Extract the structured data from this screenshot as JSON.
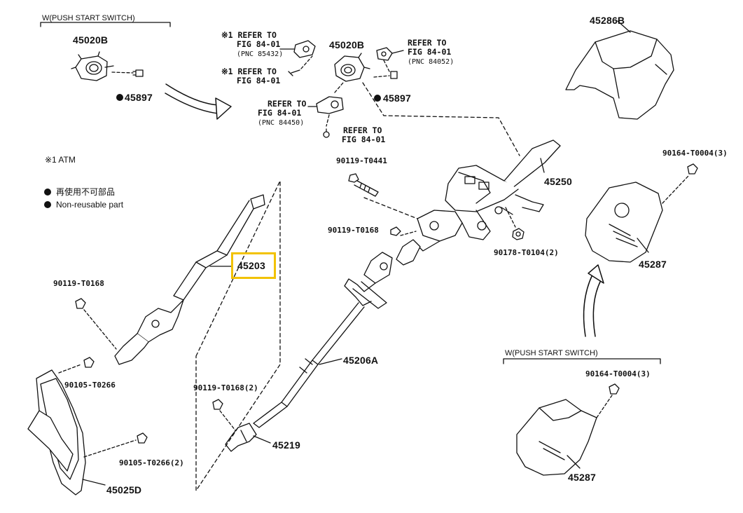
{
  "headers": {
    "push_start_left": "W(PUSH START SWITCH)",
    "push_start_right": "W(PUSH START SWITCH)"
  },
  "notes": {
    "atm": "※1 ATM",
    "reuse_jp": "再使用不可部品",
    "reuse_en": "Non-reusable part"
  },
  "parts": {
    "p45020B_left": "45020B",
    "p45897_left": "45897",
    "p45020B_center": "45020B",
    "p45897_center": "45897",
    "p45286B": "45286B",
    "p45250": "45250",
    "p90164_top": "90164-T0004(3)",
    "p90119_T0441": "90119-T0441",
    "p90119_T0168_center": "90119-T0168",
    "p90178_T0104": "90178-T0104(2)",
    "p45287_top": "45287",
    "p45203": "45203",
    "p90119_T0168_left": "90119-T0168",
    "p90105_T0266": "90105-T0266",
    "p90105_T0266_2": "90105-T0266(2)",
    "p45025D": "45025D",
    "p45206A": "45206A",
    "p90119_T0168_2": "90119-T0168(2)",
    "p45219": "45219",
    "p90164_bottom": "90164-T0004(3)",
    "p45287_bottom": "45287"
  },
  "references": {
    "ref1": {
      "mark": "※1",
      "line1": "REFER TO",
      "line2": "FIG 84-01",
      "pnc": "(PNC 85432)"
    },
    "ref2": {
      "mark": "※1",
      "line1": "REFER TO",
      "line2": "FIG 84-01"
    },
    "ref3": {
      "line1": "REFER TO",
      "line2": "FIG 84-01",
      "pnc": "(PNC 84052)"
    },
    "ref4": {
      "line1": "REFER TO",
      "line2": "FIG 84-01",
      "pnc": "(PNC 84450)"
    },
    "ref5": {
      "line1": "REFER TO",
      "line2": "FIG 84-01"
    }
  },
  "colors": {
    "line": "#111111",
    "highlight": "#f2c200",
    "background": "#ffffff"
  },
  "highlighted_part": "45203"
}
